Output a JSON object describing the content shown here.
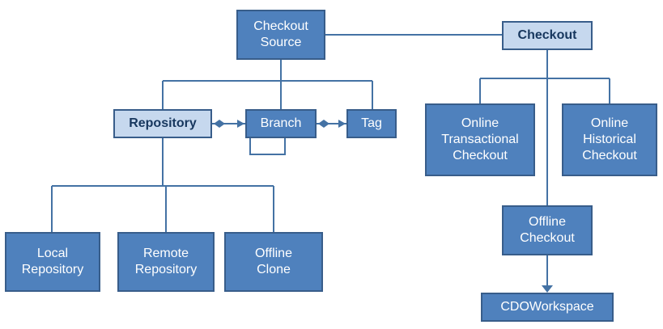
{
  "diagram": {
    "colors": {
      "node_fill": "#4F81BD",
      "node_border": "#385D8A",
      "node_text": "#FFFFFF",
      "highlight_fill": "#C6D8EE",
      "highlight_text": "#17375E",
      "line": "#4472A4"
    },
    "nodes": [
      {
        "id": "checkout-source",
        "label": "Checkout\nSource",
        "style": "dark"
      },
      {
        "id": "checkout",
        "label": "Checkout",
        "style": "light"
      },
      {
        "id": "repository",
        "label": "Repository",
        "style": "light"
      },
      {
        "id": "branch",
        "label": "Branch",
        "style": "dark"
      },
      {
        "id": "tag",
        "label": "Tag",
        "style": "dark"
      },
      {
        "id": "online-transactional-checkout",
        "label": "Online\nTransactional\nCheckout",
        "style": "dark"
      },
      {
        "id": "online-historical-checkout",
        "label": "Online\nHistorical\nCheckout",
        "style": "dark"
      },
      {
        "id": "offline-checkout",
        "label": "Offline\nCheckout",
        "style": "dark"
      },
      {
        "id": "cdo-workspace",
        "label": "CDOWorkspace",
        "style": "dark"
      },
      {
        "id": "local-repository",
        "label": "Local\nRepository",
        "style": "dark"
      },
      {
        "id": "remote-repository",
        "label": "Remote\nRepository",
        "style": "dark"
      },
      {
        "id": "offline-clone",
        "label": "Offline\nClone",
        "style": "dark"
      }
    ],
    "edges": [
      {
        "from": "checkout-source",
        "to": "checkout",
        "type": "line"
      },
      {
        "from": "checkout-source",
        "to": "repository",
        "type": "line"
      },
      {
        "from": "checkout-source",
        "to": "branch",
        "type": "line"
      },
      {
        "from": "checkout-source",
        "to": "tag",
        "type": "line"
      },
      {
        "from": "repository",
        "to": "branch",
        "type": "diamond-arrow"
      },
      {
        "from": "branch",
        "to": "tag",
        "type": "diamond-arrow"
      },
      {
        "from": "branch",
        "to": "branch",
        "type": "self-loop"
      },
      {
        "from": "repository",
        "to": "local-repository",
        "type": "line"
      },
      {
        "from": "repository",
        "to": "remote-repository",
        "type": "line"
      },
      {
        "from": "repository",
        "to": "offline-clone",
        "type": "line"
      },
      {
        "from": "checkout",
        "to": "online-transactional-checkout",
        "type": "line"
      },
      {
        "from": "checkout",
        "to": "online-historical-checkout",
        "type": "line"
      },
      {
        "from": "checkout",
        "to": "offline-checkout",
        "type": "line"
      },
      {
        "from": "offline-checkout",
        "to": "cdo-workspace",
        "type": "arrow"
      }
    ]
  }
}
